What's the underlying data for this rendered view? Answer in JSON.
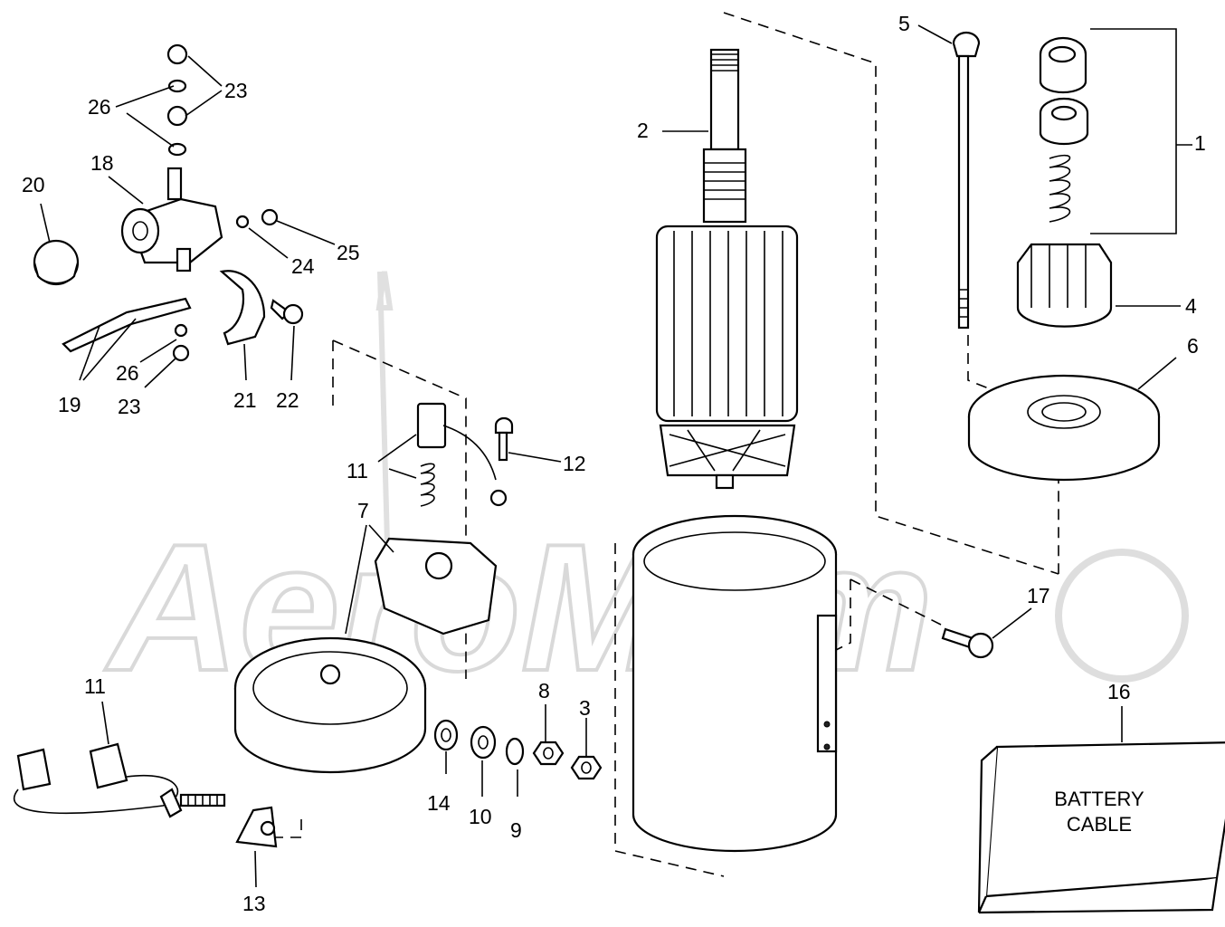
{
  "watermark": "AeroMam",
  "callouts": {
    "c1": "1",
    "c2": "2",
    "c3": "3",
    "c4": "4",
    "c5": "5",
    "c6": "6",
    "c7": "7",
    "c8": "8",
    "c9": "9",
    "c10": "10",
    "c11a": "11",
    "c11b": "11",
    "c12": "12",
    "c13": "13",
    "c14": "14",
    "c16": "16",
    "c17": "17",
    "c18": "18",
    "c19": "19",
    "c20": "20",
    "c21": "21",
    "c22": "22",
    "c23a": "23",
    "c23b": "23",
    "c24": "24",
    "c25": "25",
    "c26a": "26",
    "c26b": "26"
  },
  "battery_box": {
    "line1": "BATTERY",
    "line2": "CABLE"
  }
}
